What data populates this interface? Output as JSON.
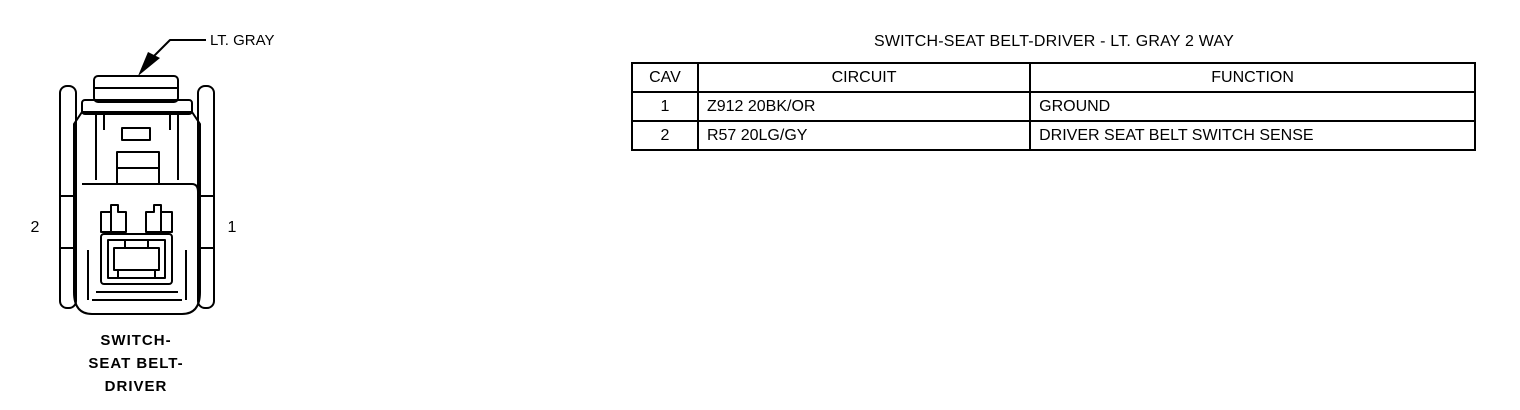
{
  "connector": {
    "color_label": "LT. GRAY",
    "pin_left": "2",
    "pin_right": "1",
    "name_lines": [
      "SWITCH-",
      "SEAT BELT-",
      "DRIVER"
    ]
  },
  "table": {
    "title": "SWITCH-SEAT BELT-DRIVER - LT. GRAY 2 WAY",
    "headers": [
      "CAV",
      "CIRCUIT",
      "FUNCTION"
    ],
    "rows": [
      {
        "cav": "1",
        "circuit": "Z912  20BK/OR",
        "function": "GROUND"
      },
      {
        "cav": "2",
        "circuit": "R57  20LG/GY",
        "function": "DRIVER SEAT BELT SWITCH SENSE"
      }
    ]
  }
}
